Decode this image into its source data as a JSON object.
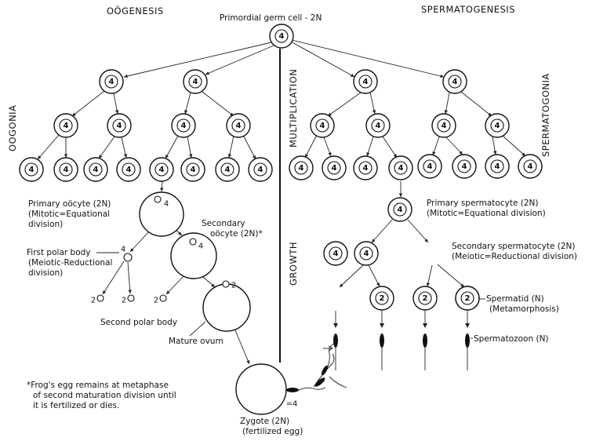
{
  "headers": {
    "oogenesis": "OÖGENESIS",
    "spermatogenesis": "SPERMATOGENESIS",
    "primordial": "Primordial germ cell - 2N"
  },
  "side_labels": {
    "oogonia": "OOGONIA",
    "multiplication": "MULTIPLICATION",
    "growth": "GROWTH",
    "spermatogonia": "SPERMATOGONIA"
  },
  "oogenesis": {
    "primary_oocyte": [
      "Primary oöcyte (2N)",
      "(Mitotic=Equational",
      "division)"
    ],
    "secondary_oocyte": [
      "Secondary",
      "oöcyte (2N)*"
    ],
    "first_polar_body": [
      "First polar body",
      "(Meiotic-Reductional",
      "division)"
    ],
    "second_polar_body": "Second polar body",
    "mature_ovum": "Mature ovum"
  },
  "spermatogenesis": {
    "primary_spermatocyte": [
      "Primary spermatocyte (2N)",
      "(Mitotic=Equational division)"
    ],
    "secondary_spermatocyte": [
      "Secondary spermatocyte (2N)",
      "(Meiotic=Reductional division)"
    ],
    "spermatid": [
      "Spermatid (N)",
      "(Metamorphosis)"
    ],
    "spermatozoon": "Spermatozoon (N)"
  },
  "zygote": [
    "Zygote (2N)",
    "(fertilized egg)"
  ],
  "footnote": [
    "*Frog's egg remains at metaphase",
    "of second maturation division until",
    "it is fertilized or dies."
  ],
  "chromosome_numbers": {
    "four": "4",
    "two": "2",
    "polar_first": "4",
    "zygote": "=4"
  }
}
